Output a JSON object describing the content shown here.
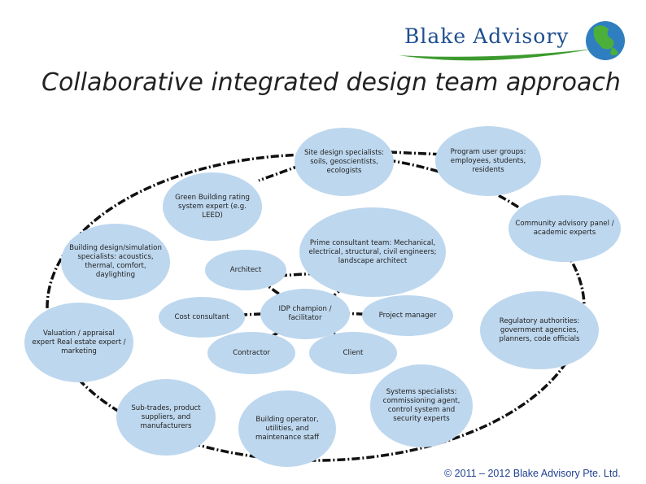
{
  "logo": {
    "word1": "Blake",
    "word2": "Advisory",
    "globe_icon": "globe-icon",
    "colors": {
      "text": "#1f4f8f",
      "swoosh": "#3c9a2e",
      "globe": "#2f7fc0"
    }
  },
  "title": "Collaborative integrated design team approach",
  "diagram": {
    "node_color": "#bdd7ee",
    "connector_color": "#111111",
    "nodes": {
      "site_design": "Site design specialists: soils, geoscientists, ecologists",
      "program_user": "Program user groups: employees, students, residents",
      "green_building": "Green Building rating system expert (e.g. LEED)",
      "community": "Community advisory panel / academic experts",
      "prime_consultant": "Prime consultant team: Mechanical, electrical, structural, civil engineers; landscape architect",
      "building_design": "Building design/simulation specialists: acoustics, thermal, comfort, daylighting",
      "architect": "Architect",
      "idp": "IDP champion / facilitator",
      "cost": "Cost consultant",
      "project_manager": "Project manager",
      "regulatory": "Regulatory authorities: government agencies, planners, code officials",
      "valuation": "Valuation / appraisal expert Real estate expert / marketing",
      "contractor": "Contractor",
      "client": "Client",
      "systems": "Systems specialists: commissioning agent, control system and security experts",
      "subtrades": "Sub-trades, product suppliers, and manufacturers",
      "operator": "Building operator, utilities, and maintenance staff"
    }
  },
  "footer": {
    "copyright": "© 2011 – 2012 Blake Advisory Pte. Ltd."
  }
}
